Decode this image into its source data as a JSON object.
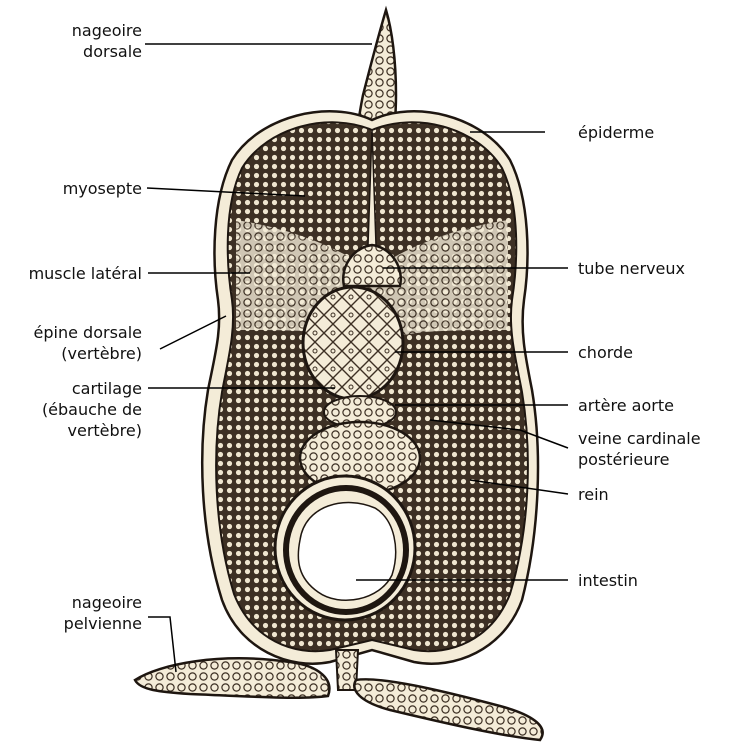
{
  "colors": {
    "tissue_fill": "#3d3024",
    "tissue_light": "#f4ecd8",
    "stroke": "#1e1610",
    "leader": "#000000"
  },
  "labels": {
    "nageoire_dorsale": "nageoire\ndorsale",
    "myosepte": "myosepte",
    "muscle_lateral": "muscle latéral",
    "epine_dorsale": "épine dorsale\n(vertèbre)",
    "cartilage": "cartilage\n(ébauche de\nvertèbre)",
    "nageoire_pelvienne": "nageoire\npelvienne",
    "epiderme": "épiderme",
    "tube_nerveux": "tube nerveux",
    "chorde": "chorde",
    "artere_aorte": "artère aorte",
    "veine_cardinale": "veine cardinale\npostérieure",
    "rein": "rein",
    "intestin": "intestin"
  }
}
